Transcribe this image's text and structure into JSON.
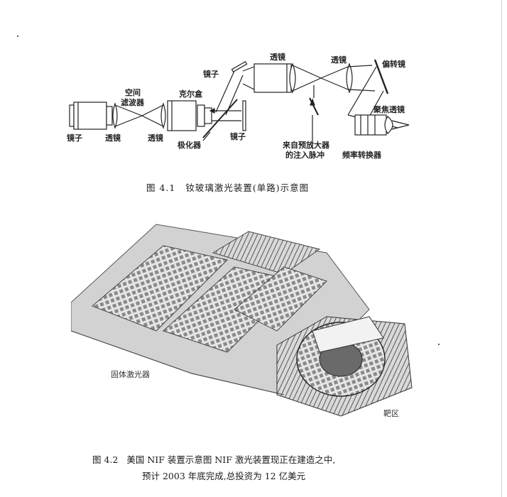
{
  "figure1": {
    "caption_number": "图 4.1",
    "caption_text": "钕玻璃激光装置(单路)示意图",
    "labels": {
      "mirror_left": "镜子",
      "lens_1": "透镜",
      "spatial_filter_line1": "空间",
      "spatial_filter_line2": "滤波器",
      "lens_2": "透镜",
      "kerr_cell": "克尔盒",
      "polarizer": "极化器",
      "mirror_bottom": "镜子",
      "mirror_upper": "镜子",
      "lens_3": "透镜",
      "lens_4": "透镜",
      "deflector": "偏转镜",
      "focusing_lens": "聚焦透镜",
      "injection_line1": "来自预放大器",
      "injection_line2": "的注入脉冲",
      "frequency_converter": "频率转换器"
    }
  },
  "figure2": {
    "caption_number": "图 4.2",
    "caption_line1": "美国 NIF 装置示意图 NIF 激光装置现正在建造之中,",
    "caption_line2": "预计 2003 年底完成,总投资为 12 亿美元",
    "label_laser": "固体激光器",
    "label_target": "靶区"
  }
}
